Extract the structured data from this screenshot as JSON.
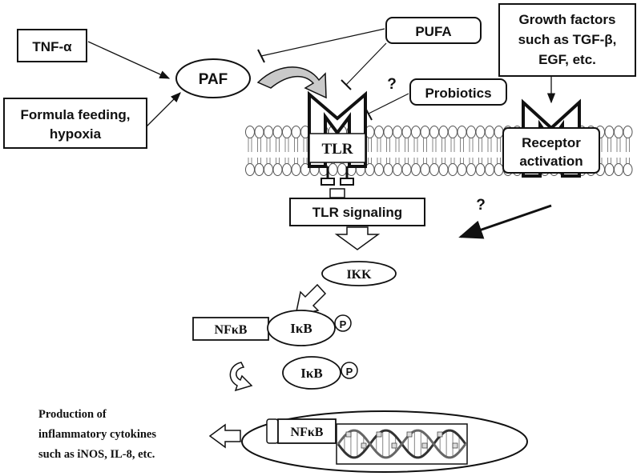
{
  "labels": {
    "tnf": "TNF-α",
    "formula_line1": "Formula feeding,",
    "formula_line2": "hypoxia",
    "paf": "PAF",
    "pufa": "PUFA",
    "growth_line1": "Growth factors",
    "growth_line2": "such as TGF-β,",
    "growth_line3": "EGF, etc.",
    "probiotics": "Probiotics",
    "question_mark": "?",
    "tlr": "TLR",
    "receptor_line1": "Receptor",
    "receptor_line2": "activation",
    "tlr_signaling": "TLR signaling",
    "ikk": "IKK",
    "nfkb": "NFκB",
    "ikb": "IκB",
    "phospho": "P",
    "production_line1": "Production of",
    "production_line2": "inflammatory cytokines",
    "production_line3": "such as iNOS, IL-8, etc."
  }
}
